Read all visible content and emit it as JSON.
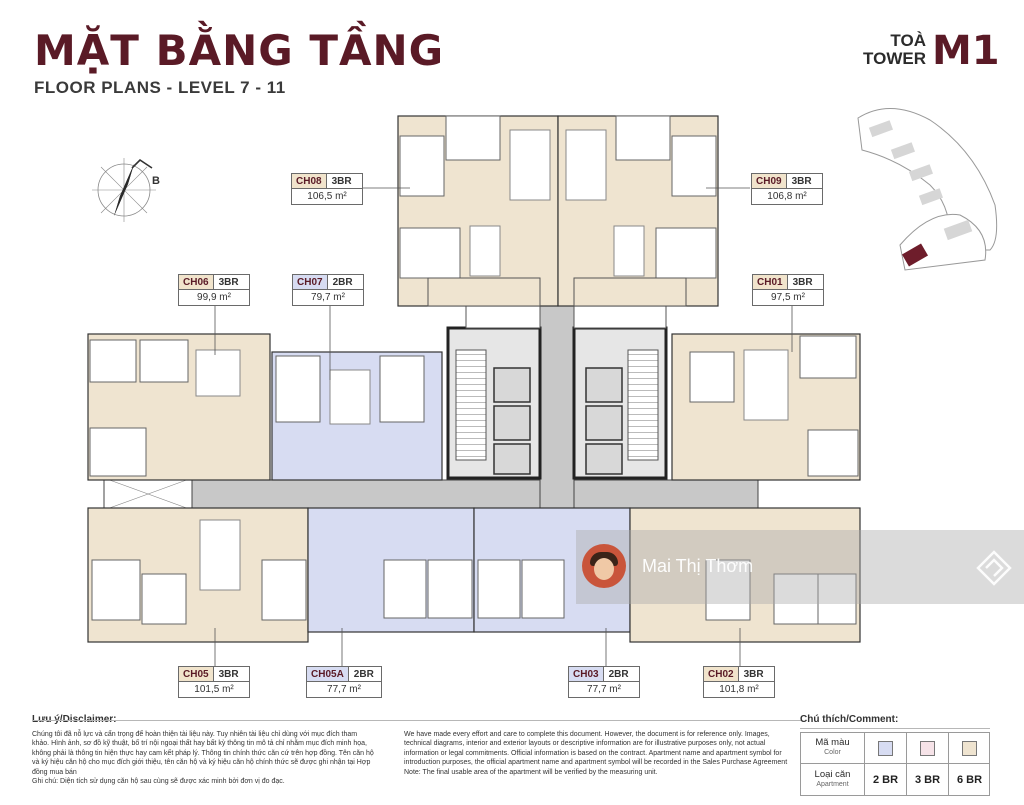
{
  "header": {
    "title": "MẶT BẰNG TẦNG",
    "subtitle": "FLOOR PLANS - LEVEL 7 - 11",
    "tower_words_1": "TOÀ",
    "tower_words_2": "TOWER",
    "tower_code": "M1"
  },
  "compass": {
    "letter": "B"
  },
  "colors": {
    "br2": "#d7dcf2",
    "br3": "#f1e4cc",
    "br6": "#efe4d0",
    "br3_legend": "#f6e3e8",
    "core": "#c8c8c8",
    "highlight": "#6e1d2b",
    "brand": "#5a1a26"
  },
  "units": [
    {
      "code": "CH08",
      "bedrooms": "3BR",
      "area": "106,5 m²"
    },
    {
      "code": "CH09",
      "bedrooms": "3BR",
      "area": "106,8 m²"
    },
    {
      "code": "CH06",
      "bedrooms": "3BR",
      "area": "99,9 m²"
    },
    {
      "code": "CH07",
      "bedrooms": "2BR",
      "area": "79,7 m²"
    },
    {
      "code": "CH01",
      "bedrooms": "3BR",
      "area": "97,5 m²"
    },
    {
      "code": "CH05",
      "bedrooms": "3BR",
      "area": "101,5 m²"
    },
    {
      "code": "CH05A",
      "bedrooms": "2BR",
      "area": "77,7 m²"
    },
    {
      "code": "CH03",
      "bedrooms": "2BR",
      "area": "77,7 m²"
    },
    {
      "code": "CH02",
      "bedrooms": "3BR",
      "area": "101,8 m²"
    }
  ],
  "disclaimer": {
    "heading": "Lưu ý/Disclaimer:",
    "vi": "Chúng tôi đã nỗ lực và cẩn trọng để hoàn thiện tài liệu này. Tuy nhiên tài liệu chỉ dùng với mục đích tham khảo. Hình ảnh, sơ đồ kỹ thuật, bố trí nội ngoại thất hay bất kỳ thông tin mô tả chỉ nhằm mục đích minh họa, không phải là thông tin hiện thực hay cam kết pháp lý. Thông tin chính thức căn cứ trên hợp đồng. Tên căn hộ và ký hiệu căn hộ cho mục đích giới thiệu, tên căn hộ và ký hiệu căn hộ chính thức sẽ được ghi nhận tại Hợp đồng mua bán",
    "vi_note": "Ghi chú: Diện tích sử dụng căn hộ sau cùng sẽ được xác minh bởi đơn vị đo đạc.",
    "en": "We have made every effort and care to complete this document. However, the document is for reference only. Images, technical diagrams, interior and exterior layouts or descriptive information are for illustrative purposes only, not actual information or legal commitments. Official information is based on the contract. Apartment name and apartment symbol for introduction purposes, the official apartment name and apartment symbol will be recorded in the Sales Purchase Agreement",
    "en_note": "Note: The final usable area of the apartment will be verified by the measuring unit."
  },
  "legend": {
    "heading": "Chú thích/Comment:",
    "color_label": "Mã màu",
    "color_sub": "Color",
    "type_label": "Loại căn",
    "type_sub": "Apartment",
    "types": [
      "2 BR",
      "3 BR",
      "6 BR"
    ]
  },
  "watermark": {
    "name": "Mai Thị Thơm"
  }
}
